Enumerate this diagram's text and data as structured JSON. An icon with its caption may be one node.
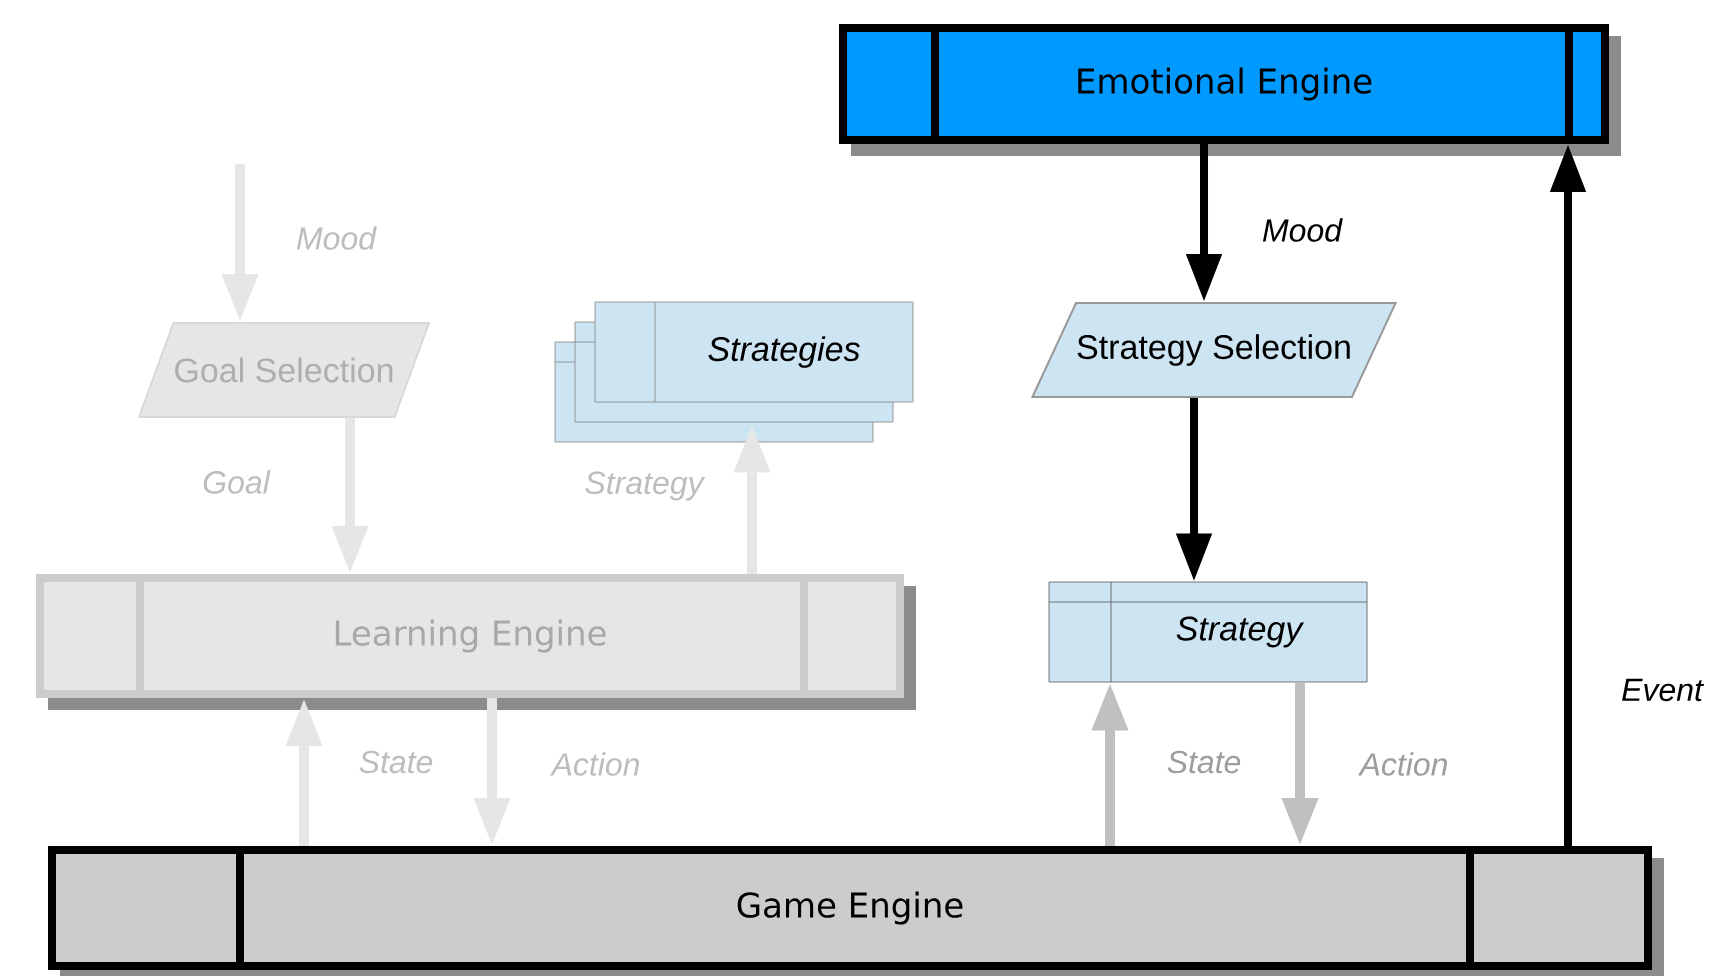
{
  "diagram": {
    "nodes": [
      {
        "text": [
          "Emotional Engine"
        ]
      },
      {
        "text": [
          "Goal Selection"
        ]
      },
      {
        "text": [
          "Strategies"
        ]
      },
      {
        "text": [
          "Strategy Selection"
        ]
      },
      {
        "text": [
          "Learning Engine"
        ]
      },
      {
        "text": [
          "Strategy"
        ]
      },
      {
        "text": [
          "Game Engine"
        ]
      }
    ],
    "edges": [
      {
        "from": null,
        "to": 1,
        "arrow": "to",
        "label": "Mood"
      },
      {
        "from": 1,
        "to": 4,
        "arrow": "to",
        "label": "Goal"
      },
      {
        "from": 4,
        "to": 2,
        "arrow": "to",
        "label": "Strategy"
      },
      {
        "from": 6,
        "to": 4,
        "arrow": "to",
        "label": "State"
      },
      {
        "from": 4,
        "to": 6,
        "arrow": "to",
        "label": "Action"
      },
      {
        "from": 0,
        "to": 3,
        "arrow": "to",
        "label": "Mood",
        "color": "#000000"
      },
      {
        "from": 3,
        "to": 5,
        "arrow": "to",
        "color": "#000000"
      },
      {
        "from": 6,
        "to": 5,
        "arrow": "to",
        "label": "State",
        "color": "#c0c0c0"
      },
      {
        "from": 5,
        "to": 6,
        "arrow": "to",
        "label": "Action",
        "color": "#c0c0c0"
      },
      {
        "from": 6,
        "to": 0,
        "arrow": "to",
        "label": "Event",
        "color": "#000000"
      }
    ]
  }
}
